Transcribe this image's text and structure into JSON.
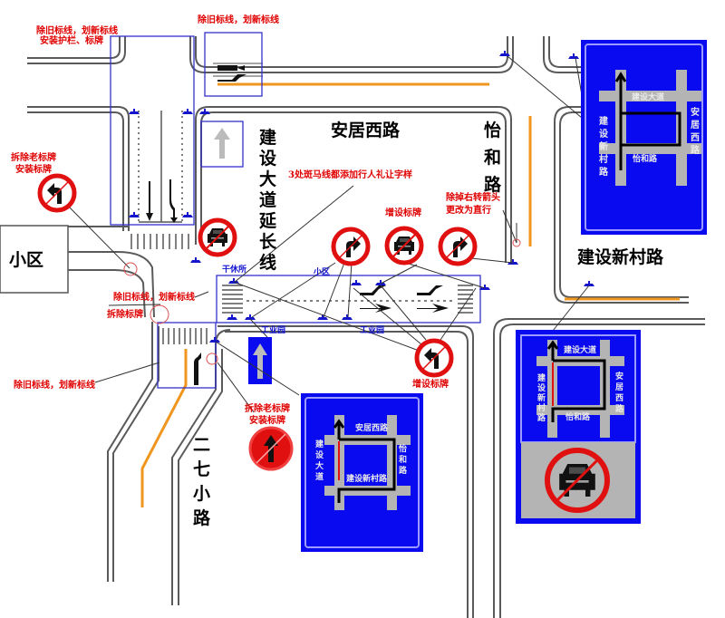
{
  "roads": {
    "anju_west": "安居西路",
    "jianshe_ext": [
      "建",
      "设",
      "大",
      "道",
      "延",
      "长",
      "线"
    ],
    "yihe": [
      "怡",
      "和",
      "路"
    ],
    "jianshe_xincun": "建设新村路",
    "erqi": [
      "二",
      "七",
      "小",
      "路"
    ],
    "community": "小区"
  },
  "small_labels": {
    "retirement_office": "干休所",
    "community_small": "小区",
    "industrial_park_1": "工业园",
    "industrial_park_2": "工业园"
  },
  "annotations": {
    "top_left": [
      "除旧标线，划新标线",
      "安装护栏、标牌"
    ],
    "top_center": "除旧标线，划新标线",
    "left_sign": [
      "拆除老标牌",
      "安装标牌"
    ],
    "crosswalk_note": "3处斑马线都添加行人礼让字样",
    "add_sign_1": "增设标牌",
    "right_turn_note": [
      "除掉右转箭头",
      "更改为直行"
    ],
    "mid_left_1": "除旧标线，划新标线",
    "mid_left_2": "拆除标牌",
    "bottom_left": "除旧标线，划新标线",
    "bottom_center": [
      "拆除老标牌",
      "安装标牌"
    ],
    "add_sign_2": "增设标牌"
  },
  "guide_signs": {
    "top_right": {
      "top": "建设大道",
      "left": "建设新村路",
      "right": "安居西路",
      "bottom": "怡和路"
    },
    "bottom_center": {
      "top": "安居西路",
      "left": "建设大道",
      "right": "怡和路",
      "bottom": "建设新村路"
    },
    "bottom_right": {
      "top": "建设大道",
      "left": "建设新村路",
      "right": "安居西路",
      "bottom": "怡和路"
    }
  },
  "colors": {
    "sign_blue": "#0a0af0",
    "prohibit_red": "#e01010",
    "annotation_red": "#e00000",
    "marking_orange": "#f0961e"
  }
}
